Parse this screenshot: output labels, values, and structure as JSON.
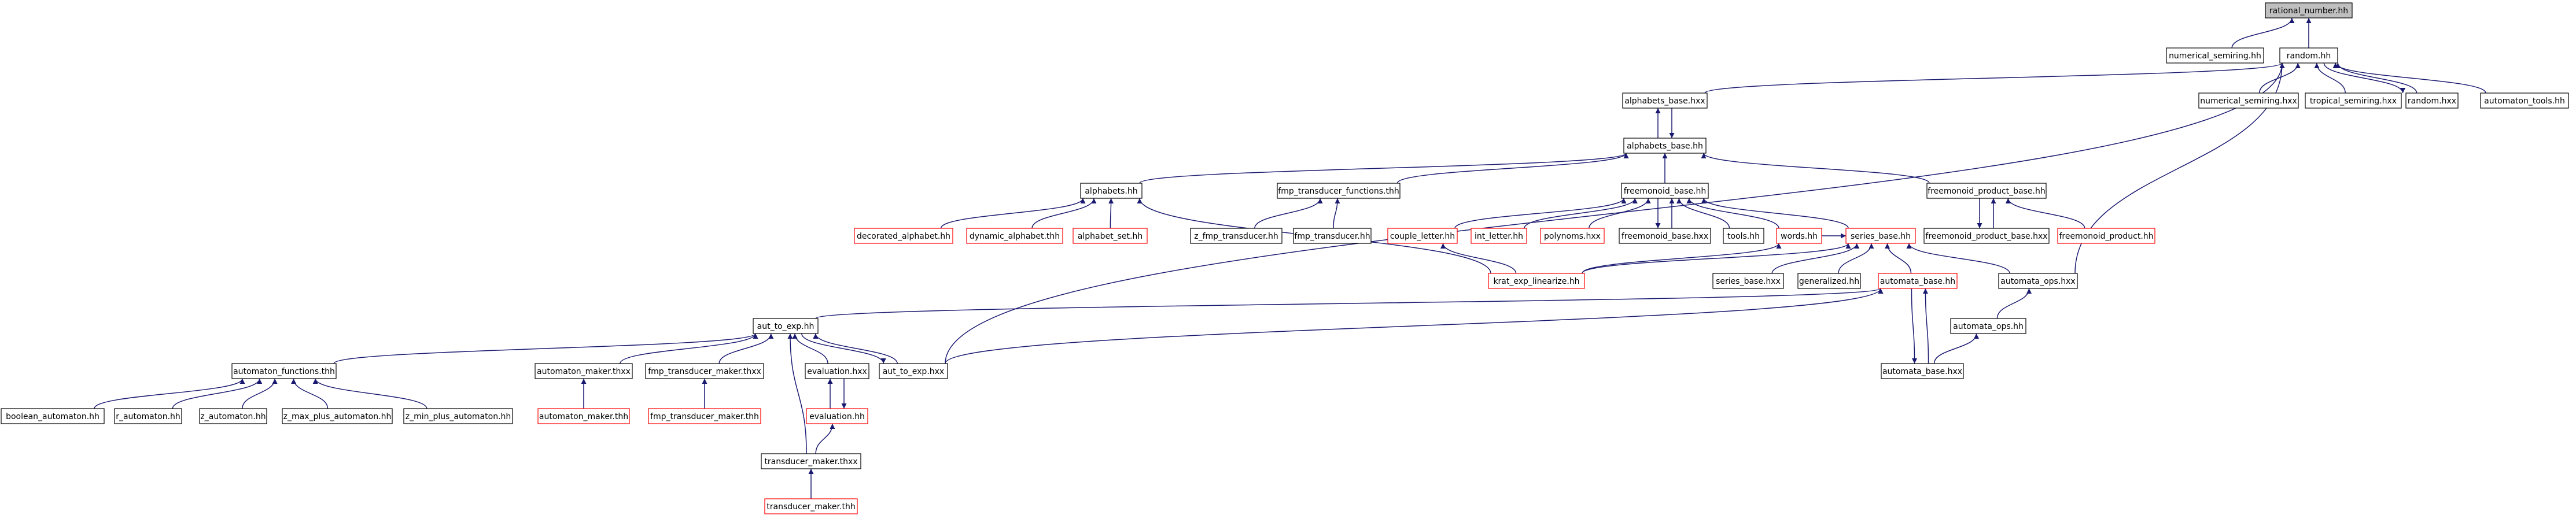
{
  "colors": {
    "edge": "#191970",
    "border_black": "#000000",
    "border_red": "#ff0000",
    "root_fill": "#bfbfbf",
    "background": "#ffffff"
  },
  "nodes": [
    {
      "id": "rational_number_hh",
      "label": "rational_number.hh",
      "border": "black",
      "root": true
    },
    {
      "id": "numerical_semiring_hh",
      "label": "numerical_semiring.hh",
      "border": "black"
    },
    {
      "id": "random_hh",
      "label": "random.hh",
      "border": "black"
    },
    {
      "id": "alphabets_base_hxx",
      "label": "alphabets_base.hxx",
      "border": "black"
    },
    {
      "id": "numerical_semiring_hxx",
      "label": "numerical_semiring.hxx",
      "border": "black"
    },
    {
      "id": "tropical_semiring_hxx",
      "label": "tropical_semiring.hxx",
      "border": "black"
    },
    {
      "id": "random_hxx",
      "label": "random.hxx",
      "border": "black"
    },
    {
      "id": "automaton_tools_hh",
      "label": "automaton_tools.hh",
      "border": "black"
    },
    {
      "id": "alphabets_base_hh",
      "label": "alphabets_base.hh",
      "border": "black"
    },
    {
      "id": "alphabets_hh",
      "label": "alphabets.hh",
      "border": "black"
    },
    {
      "id": "fmp_transducer_functions_thh",
      "label": "fmp_transducer_functions.thh",
      "border": "black"
    },
    {
      "id": "freemonoid_base_hh",
      "label": "freemonoid_base.hh",
      "border": "black"
    },
    {
      "id": "freemonoid_product_base_hh",
      "label": "freemonoid_product_base.hh",
      "border": "black"
    },
    {
      "id": "decorated_alphabet_hh",
      "label": "decorated_alphabet.hh",
      "border": "red"
    },
    {
      "id": "dynamic_alphabet_thh",
      "label": "dynamic_alphabet.thh",
      "border": "red"
    },
    {
      "id": "alphabet_set_hh",
      "label": "alphabet_set.hh",
      "border": "red"
    },
    {
      "id": "z_fmp_transducer_hh",
      "label": "z_fmp_transducer.hh",
      "border": "black"
    },
    {
      "id": "fmp_transducer_hh",
      "label": "fmp_transducer.hh",
      "border": "black"
    },
    {
      "id": "couple_letter_hh",
      "label": "couple_letter.hh",
      "border": "red"
    },
    {
      "id": "int_letter_hh",
      "label": "int_letter.hh",
      "border": "red"
    },
    {
      "id": "polynoms_hxx",
      "label": "polynoms.hxx",
      "border": "red"
    },
    {
      "id": "freemonoid_base_hxx",
      "label": "freemonoid_base.hxx",
      "border": "black"
    },
    {
      "id": "tools_hh",
      "label": "tools.hh",
      "border": "black"
    },
    {
      "id": "words_hh",
      "label": "words.hh",
      "border": "red"
    },
    {
      "id": "series_base_hh",
      "label": "series_base.hh",
      "border": "red"
    },
    {
      "id": "freemonoid_product_base_hxx",
      "label": "freemonoid_product_base.hxx",
      "border": "black"
    },
    {
      "id": "freemonoid_product_hh",
      "label": "freemonoid_product.hh",
      "border": "red"
    },
    {
      "id": "krat_exp_linearize_hh",
      "label": "krat_exp_linearize.hh",
      "border": "red"
    },
    {
      "id": "series_base_hxx",
      "label": "series_base.hxx",
      "border": "black"
    },
    {
      "id": "generalized_hh",
      "label": "generalized.hh",
      "border": "black"
    },
    {
      "id": "automata_base_hh",
      "label": "automata_base.hh",
      "border": "red"
    },
    {
      "id": "automata_ops_hxx",
      "label": "automata_ops.hxx",
      "border": "black"
    },
    {
      "id": "aut_to_exp_hh",
      "label": "aut_to_exp.hh",
      "border": "black"
    },
    {
      "id": "automata_ops_hh",
      "label": "automata_ops.hh",
      "border": "black"
    },
    {
      "id": "automaton_functions_thh",
      "label": "automaton_functions.thh",
      "border": "black"
    },
    {
      "id": "automaton_maker_thxx",
      "label": "automaton_maker.thxx",
      "border": "black"
    },
    {
      "id": "fmp_transducer_maker_thxx",
      "label": "fmp_transducer_maker.thxx",
      "border": "black"
    },
    {
      "id": "evaluation_hxx",
      "label": "evaluation.hxx",
      "border": "black"
    },
    {
      "id": "aut_to_exp_hxx",
      "label": "aut_to_exp.hxx",
      "border": "black"
    },
    {
      "id": "automata_base_hxx",
      "label": "automata_base.hxx",
      "border": "black"
    },
    {
      "id": "boolean_automaton_hh",
      "label": "boolean_automaton.hh",
      "border": "black"
    },
    {
      "id": "r_automaton_hh",
      "label": "r_automaton.hh",
      "border": "black"
    },
    {
      "id": "z_automaton_hh",
      "label": "z_automaton.hh",
      "border": "black"
    },
    {
      "id": "z_max_plus_automaton_hh",
      "label": "z_max_plus_automaton.hh",
      "border": "black"
    },
    {
      "id": "z_min_plus_automaton_hh",
      "label": "z_min_plus_automaton.hh",
      "border": "black"
    },
    {
      "id": "automaton_maker_thh",
      "label": "automaton_maker.thh",
      "border": "red"
    },
    {
      "id": "fmp_transducer_maker_thh",
      "label": "fmp_transducer_maker.thh",
      "border": "red"
    },
    {
      "id": "evaluation_hh",
      "label": "evaluation.hh",
      "border": "red"
    },
    {
      "id": "transducer_maker_thxx",
      "label": "transducer_maker.thxx",
      "border": "black"
    },
    {
      "id": "transducer_maker_thh",
      "label": "transducer_maker.thh",
      "border": "red"
    }
  ],
  "edges": [
    [
      "numerical_semiring_hh",
      "rational_number_hh"
    ],
    [
      "random_hh",
      "rational_number_hh"
    ],
    [
      "alphabets_base_hxx",
      "random_hh"
    ],
    [
      "numerical_semiring_hxx",
      "random_hh"
    ],
    [
      "tropical_semiring_hxx",
      "random_hh"
    ],
    [
      "random_hxx",
      "random_hh"
    ],
    [
      "automaton_tools_hh",
      "random_hh"
    ],
    [
      "aut_to_exp_hxx",
      "random_hh"
    ],
    [
      "automata_ops_hxx",
      "random_hh"
    ],
    [
      "random_hh",
      "random_hxx"
    ],
    [
      "alphabets_base_hh",
      "alphabets_base_hxx"
    ],
    [
      "alphabets_base_hxx",
      "alphabets_base_hh"
    ],
    [
      "alphabets_hh",
      "alphabets_base_hh"
    ],
    [
      "fmp_transducer_functions_thh",
      "alphabets_base_hh"
    ],
    [
      "freemonoid_base_hh",
      "alphabets_base_hh"
    ],
    [
      "freemonoid_product_base_hh",
      "alphabets_base_hh"
    ],
    [
      "decorated_alphabet_hh",
      "alphabets_hh"
    ],
    [
      "dynamic_alphabet_thh",
      "alphabets_hh"
    ],
    [
      "alphabet_set_hh",
      "alphabets_hh"
    ],
    [
      "krat_exp_linearize_hh",
      "alphabets_hh"
    ],
    [
      "z_fmp_transducer_hh",
      "fmp_transducer_functions_thh"
    ],
    [
      "fmp_transducer_hh",
      "fmp_transducer_functions_thh"
    ],
    [
      "couple_letter_hh",
      "freemonoid_base_hh"
    ],
    [
      "int_letter_hh",
      "freemonoid_base_hh"
    ],
    [
      "polynoms_hxx",
      "freemonoid_base_hh"
    ],
    [
      "freemonoid_base_hxx",
      "freemonoid_base_hh"
    ],
    [
      "freemonoid_base_hh",
      "freemonoid_base_hxx"
    ],
    [
      "tools_hh",
      "freemonoid_base_hh"
    ],
    [
      "words_hh",
      "freemonoid_base_hh"
    ],
    [
      "series_base_hh",
      "freemonoid_base_hh"
    ],
    [
      "freemonoid_product_base_hxx",
      "freemonoid_product_base_hh"
    ],
    [
      "freemonoid_product_base_hh",
      "freemonoid_product_base_hxx"
    ],
    [
      "freemonoid_product_hh",
      "freemonoid_product_base_hh"
    ],
    [
      "krat_exp_linearize_hh",
      "couple_letter_hh"
    ],
    [
      "krat_exp_linearize_hh",
      "words_hh"
    ],
    [
      "words_hh",
      "series_base_hh"
    ],
    [
      "krat_exp_linearize_hh",
      "series_base_hh"
    ],
    [
      "series_base_hxx",
      "series_base_hh"
    ],
    [
      "generalized_hh",
      "series_base_hh"
    ],
    [
      "automata_base_hh",
      "series_base_hh"
    ],
    [
      "automata_ops_hxx",
      "series_base_hh"
    ],
    [
      "automata_ops_hh",
      "automata_ops_hxx"
    ],
    [
      "automata_base_hxx",
      "automata_ops_hh"
    ],
    [
      "automata_base_hxx",
      "automata_base_hh"
    ],
    [
      "automata_base_hh",
      "automata_base_hxx"
    ],
    [
      "aut_to_exp_hh",
      "automata_base_hh"
    ],
    [
      "aut_to_exp_hxx",
      "automata_base_hh"
    ],
    [
      "automaton_functions_thh",
      "aut_to_exp_hh"
    ],
    [
      "automaton_maker_thxx",
      "aut_to_exp_hh"
    ],
    [
      "fmp_transducer_maker_thxx",
      "aut_to_exp_hh"
    ],
    [
      "evaluation_hxx",
      "aut_to_exp_hh"
    ],
    [
      "aut_to_exp_hxx",
      "aut_to_exp_hh"
    ],
    [
      "aut_to_exp_hh",
      "aut_to_exp_hxx"
    ],
    [
      "transducer_maker_thxx",
      "aut_to_exp_hh"
    ],
    [
      "boolean_automaton_hh",
      "automaton_functions_thh"
    ],
    [
      "r_automaton_hh",
      "automaton_functions_thh"
    ],
    [
      "z_automaton_hh",
      "automaton_functions_thh"
    ],
    [
      "z_max_plus_automaton_hh",
      "automaton_functions_thh"
    ],
    [
      "z_min_plus_automaton_hh",
      "automaton_functions_thh"
    ],
    [
      "automaton_maker_thh",
      "automaton_maker_thxx"
    ],
    [
      "fmp_transducer_maker_thh",
      "fmp_transducer_maker_thxx"
    ],
    [
      "evaluation_hh",
      "evaluation_hxx"
    ],
    [
      "evaluation_hxx",
      "evaluation_hh"
    ],
    [
      "transducer_maker_thxx",
      "evaluation_hh"
    ],
    [
      "transducer_maker_thh",
      "transducer_maker_thxx"
    ]
  ]
}
